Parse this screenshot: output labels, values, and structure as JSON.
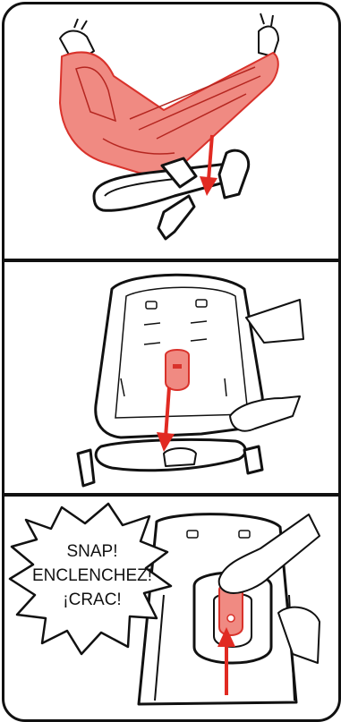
{
  "panel3": {
    "burst_lines": [
      "SNAP!",
      "ENCLENCHEZ!",
      "¡CRAC!"
    ]
  },
  "colors": {
    "highlight_fill": "#f08a82",
    "highlight_stroke": "#d9322b",
    "arrow": "#e12a22",
    "line": "#111111"
  }
}
